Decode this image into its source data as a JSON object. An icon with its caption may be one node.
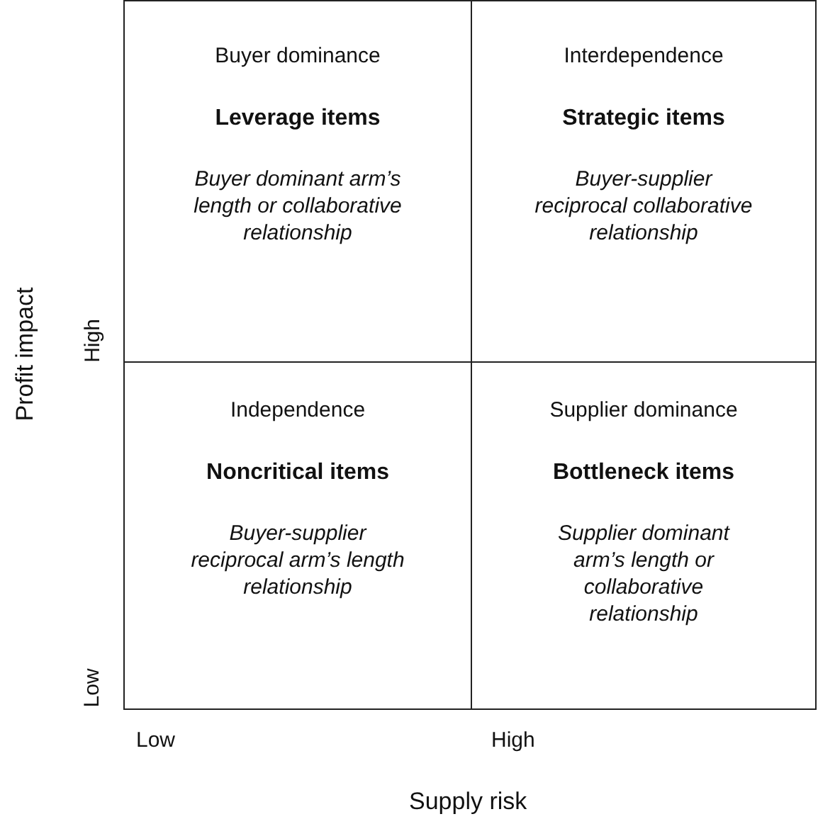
{
  "diagram": {
    "nodes": [
      {
        "text": [
          "Buyer dominance",
          "Leverage items",
          "Buyer dominant arm’s length or collaborative relationship"
        ]
      },
      {
        "text": [
          "Interdependence",
          "Strategic items",
          "Buyer-supplier reciprocal collaborative relationship"
        ]
      },
      {
        "text": [
          "Independence",
          "Noncritical items",
          "Buyer-supplier reciprocal arm’s length relationship"
        ]
      },
      {
        "text": [
          "Supplier dominance",
          "Bottleneck items",
          "Supplier dominant arm’s length or collaborative relationship"
        ]
      }
    ],
    "labels": [
      "Profit impact",
      "High",
      "Low",
      "Low",
      "High",
      "Supply risk"
    ]
  }
}
